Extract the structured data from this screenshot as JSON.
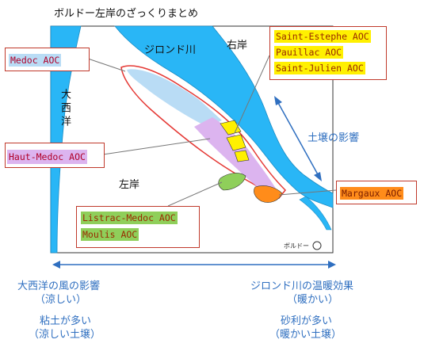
{
  "title": "ボルドー左岸のざっくりまとめ",
  "map": {
    "river_label": "ジロンド川",
    "right_bank_label": "右岸",
    "left_bank_label": "左岸",
    "ocean_label": "大西洋",
    "city_label": "ボルドー",
    "soil_influence_label": "土壌の影響",
    "colors": {
      "water": "#29b6f6",
      "medoc": "#b9dcf5",
      "haut_medoc": "#dcb4ef",
      "left_group": "#fff000",
      "listrac_moulis": "#8fcf5a",
      "margaux": "#ff8c1a",
      "box_border": "#c0392b",
      "annotation_text": "#2f6fc0"
    }
  },
  "labels": {
    "medoc": "Medoc AOC",
    "haut_medoc": "Haut-Medoc AOC",
    "saint_estephe": "Saint-Estephe AOC",
    "pauillac": "Pauillac AOC",
    "saint_julien": "Saint-Julien AOC",
    "margaux": "Margaux AOC",
    "listrac_medoc": "Listrac-Medoc AOC",
    "moulis": "Moulis AOC"
  },
  "bottom": {
    "left_influence": "大西洋の風の影響",
    "left_influence_sub": "（涼しい）",
    "left_soil": "粘土が多い",
    "left_soil_sub": "（涼しい土壌）",
    "right_influence": "ジロンド川の温暖効果",
    "right_influence_sub": "（暖かい）",
    "right_soil": "砂利が多い",
    "right_soil_sub": "（暖かい土壌）"
  }
}
